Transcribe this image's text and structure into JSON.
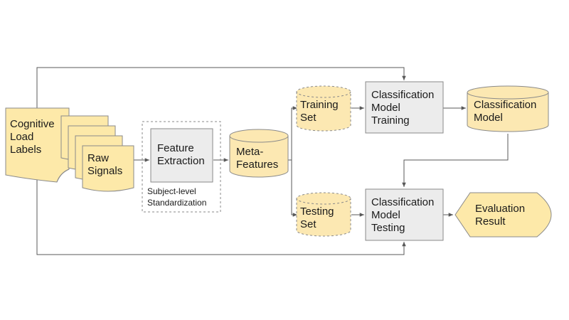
{
  "diagram": {
    "nodes": {
      "cognitive_load_labels": "Cognitive\nLoad\nLabels",
      "raw_signals": "Raw\nSignals",
      "feature_extraction": "Feature\nExtraction",
      "subject_level_standardization": "Subject-level\nStandardization",
      "meta_features": "Meta-\nFeatures",
      "training_set": "Training\nSet",
      "testing_set": "Testing\nSet",
      "classification_model_training": "Classification\nModel\nTraining",
      "classification_model_testing": "Classification\nModel\nTesting",
      "classification_model": "Classification\nModel",
      "evaluation_result": "Evaluation\nResult"
    },
    "colors": {
      "document_fill": "#fde9a9",
      "document_stroke": "#8a8a8a",
      "process_fill": "#ececec",
      "process_stroke": "#8a8a8a",
      "store_fill": "#fce8b2",
      "store_stroke": "#8a8a8a",
      "line": "#595959"
    }
  }
}
